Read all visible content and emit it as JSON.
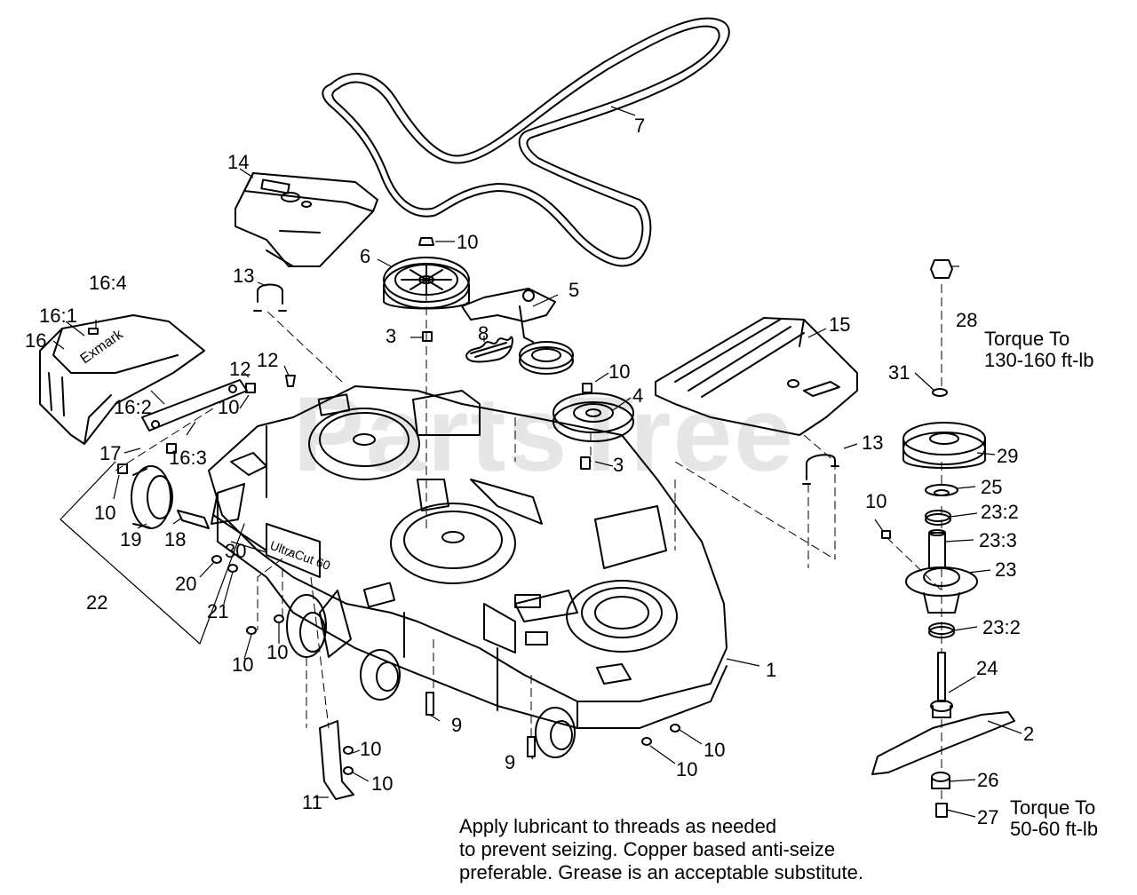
{
  "watermark": "PartsTree",
  "deck_decal": "UltraCut 60",
  "callouts": [
    {
      "id": "c7",
      "text": "7"
    },
    {
      "id": "c14",
      "text": "14"
    },
    {
      "id": "c10a",
      "text": "10"
    },
    {
      "id": "c6",
      "text": "6"
    },
    {
      "id": "c5",
      "text": "5"
    },
    {
      "id": "c13a",
      "text": "13"
    },
    {
      "id": "c16_4",
      "text": "16:4"
    },
    {
      "id": "c16_1",
      "text": "16:1"
    },
    {
      "id": "c16",
      "text": "16"
    },
    {
      "id": "c3a",
      "text": "3"
    },
    {
      "id": "c8",
      "text": "8"
    },
    {
      "id": "c15",
      "text": "15"
    },
    {
      "id": "c12a",
      "text": "12"
    },
    {
      "id": "c12b",
      "text": "12"
    },
    {
      "id": "c10b",
      "text": "10"
    },
    {
      "id": "c10c",
      "text": "10"
    },
    {
      "id": "c4",
      "text": "4"
    },
    {
      "id": "c16_2",
      "text": "16:2"
    },
    {
      "id": "c16_3",
      "text": "16:3"
    },
    {
      "id": "c17",
      "text": "17"
    },
    {
      "id": "c3b",
      "text": "3"
    },
    {
      "id": "c13b",
      "text": "13"
    },
    {
      "id": "c10d",
      "text": "10"
    },
    {
      "id": "c19",
      "text": "19"
    },
    {
      "id": "c18",
      "text": "18"
    },
    {
      "id": "c30",
      "text": "30"
    },
    {
      "id": "c10e",
      "text": "10"
    },
    {
      "id": "c22",
      "text": "22"
    },
    {
      "id": "c20",
      "text": "20"
    },
    {
      "id": "c21",
      "text": "21"
    },
    {
      "id": "c10f",
      "text": "10"
    },
    {
      "id": "c10g",
      "text": "10"
    },
    {
      "id": "c1",
      "text": "1"
    },
    {
      "id": "c9a",
      "text": "9"
    },
    {
      "id": "c9b",
      "text": "9"
    },
    {
      "id": "c10h",
      "text": "10"
    },
    {
      "id": "c10i",
      "text": "10"
    },
    {
      "id": "c10j",
      "text": "10"
    },
    {
      "id": "c10k",
      "text": "10"
    },
    {
      "id": "c11",
      "text": "11"
    },
    {
      "id": "c28",
      "text": "28"
    },
    {
      "id": "c31",
      "text": "31"
    },
    {
      "id": "c29",
      "text": "29"
    },
    {
      "id": "c25",
      "text": "25"
    },
    {
      "id": "c23_2a",
      "text": "23:2"
    },
    {
      "id": "c23_3",
      "text": "23:3"
    },
    {
      "id": "c23",
      "text": "23"
    },
    {
      "id": "c23_2b",
      "text": "23:2"
    },
    {
      "id": "c24",
      "text": "24"
    },
    {
      "id": "c2",
      "text": "2"
    },
    {
      "id": "c26",
      "text": "26"
    },
    {
      "id": "c27",
      "text": "27"
    }
  ],
  "torque_notes": [
    {
      "line1": "Torque To",
      "line2": "130-160 ft-lb"
    },
    {
      "line1": "Torque To",
      "line2": "50-60 ft-lb"
    }
  ],
  "note_lines": [
    "Apply lubricant to threads as needed",
    "to prevent seizing. Copper based anti-seize",
    "preferable. Grease is an acceptable substitute."
  ]
}
